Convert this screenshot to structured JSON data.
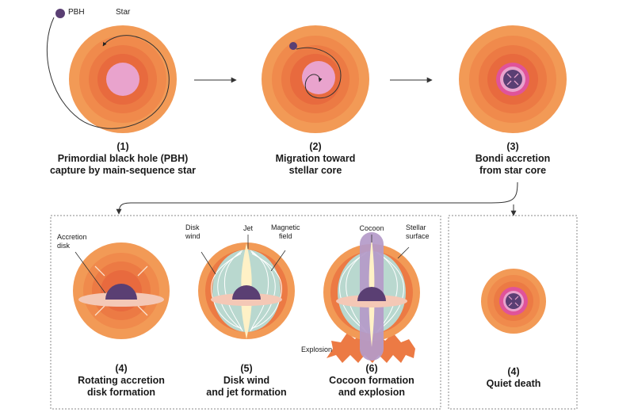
{
  "palette": {
    "outer": "#f29a56",
    "ring2": "#f08a4c",
    "ring3": "#ec7a44",
    "ring4": "#e86a3e",
    "core": "#e0539a",
    "core_pale": "#e9a3cd",
    "bh": "#5a3f73",
    "disk": "#f4c8b6",
    "wind": "#b9d8cf",
    "jet": "#fff1c6",
    "cocoon": "#b49ac9"
  },
  "stages": [
    {
      "number": "(1)",
      "line1": "Primordial black hole (PBH)",
      "line2": "capture by main-sequence star"
    },
    {
      "number": "(2)",
      "line1": "Migration toward",
      "line2": "stellar core"
    },
    {
      "number": "(3)",
      "line1": "Bondi accretion",
      "line2": "from star core"
    },
    {
      "number": "(4)",
      "line1": "Rotating accretion",
      "line2": "disk formation"
    },
    {
      "number": "(5)",
      "line1": "Disk wind",
      "line2": "and jet formation"
    },
    {
      "number": "(6)",
      "line1": "Cocoon formation",
      "line2": "and explosion"
    },
    {
      "number": "(4)",
      "line1": "Quiet death",
      "line2": ""
    }
  ],
  "labels": {
    "pbh": "PBH",
    "star": "Star",
    "accretion_disk_1": "Accretion",
    "accretion_disk_2": "disk",
    "disk_wind_1": "Disk",
    "disk_wind_2": "wind",
    "jet": "Jet",
    "magnetic_field_1": "Magnetic",
    "magnetic_field_2": "field",
    "cocoon": "Cocoon",
    "stellar_surface_1": "Stellar",
    "stellar_surface_2": "surface",
    "explosion": "Explosion"
  }
}
